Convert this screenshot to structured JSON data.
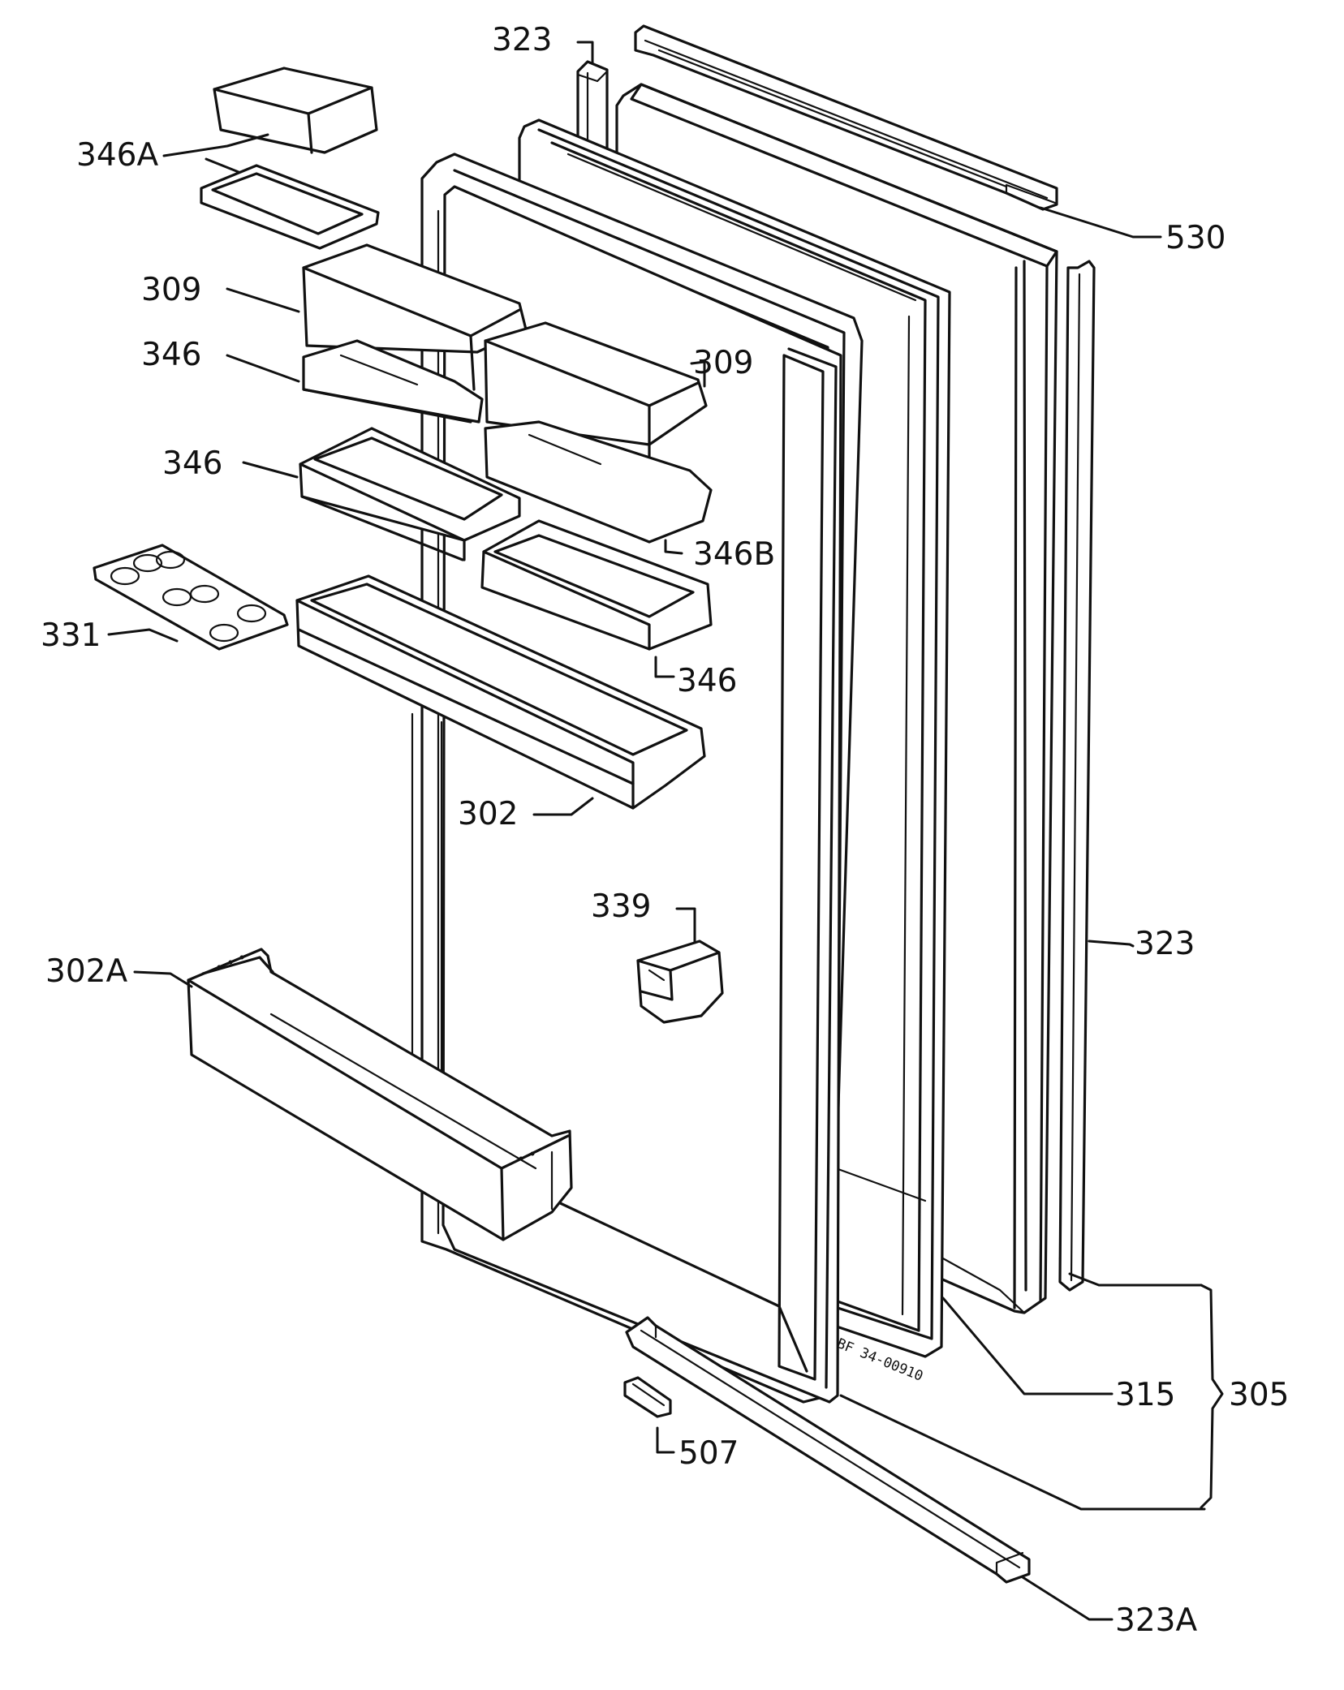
{
  "labels": {
    "top_gasket_323": "323",
    "top_strip_530": "530",
    "dairy_346a": "346A",
    "shelf_309_left": "309",
    "shelf_346_upper_left": "346",
    "shelf_309_right": "309",
    "shelf_346_mid_left": "346",
    "shelf_346b": "346B",
    "egg_tray_331": "331",
    "shelf_346_right": "346",
    "bottle_shelf_302": "302",
    "bracket_339": "339",
    "gasket_side_323": "323",
    "bottle_shelf_302a": "302A",
    "door_panel_315": "315",
    "assembly_305": "305",
    "hinge_507": "507",
    "bottom_strip_323a": "323A"
  },
  "stamp": "BF 34-00910"
}
